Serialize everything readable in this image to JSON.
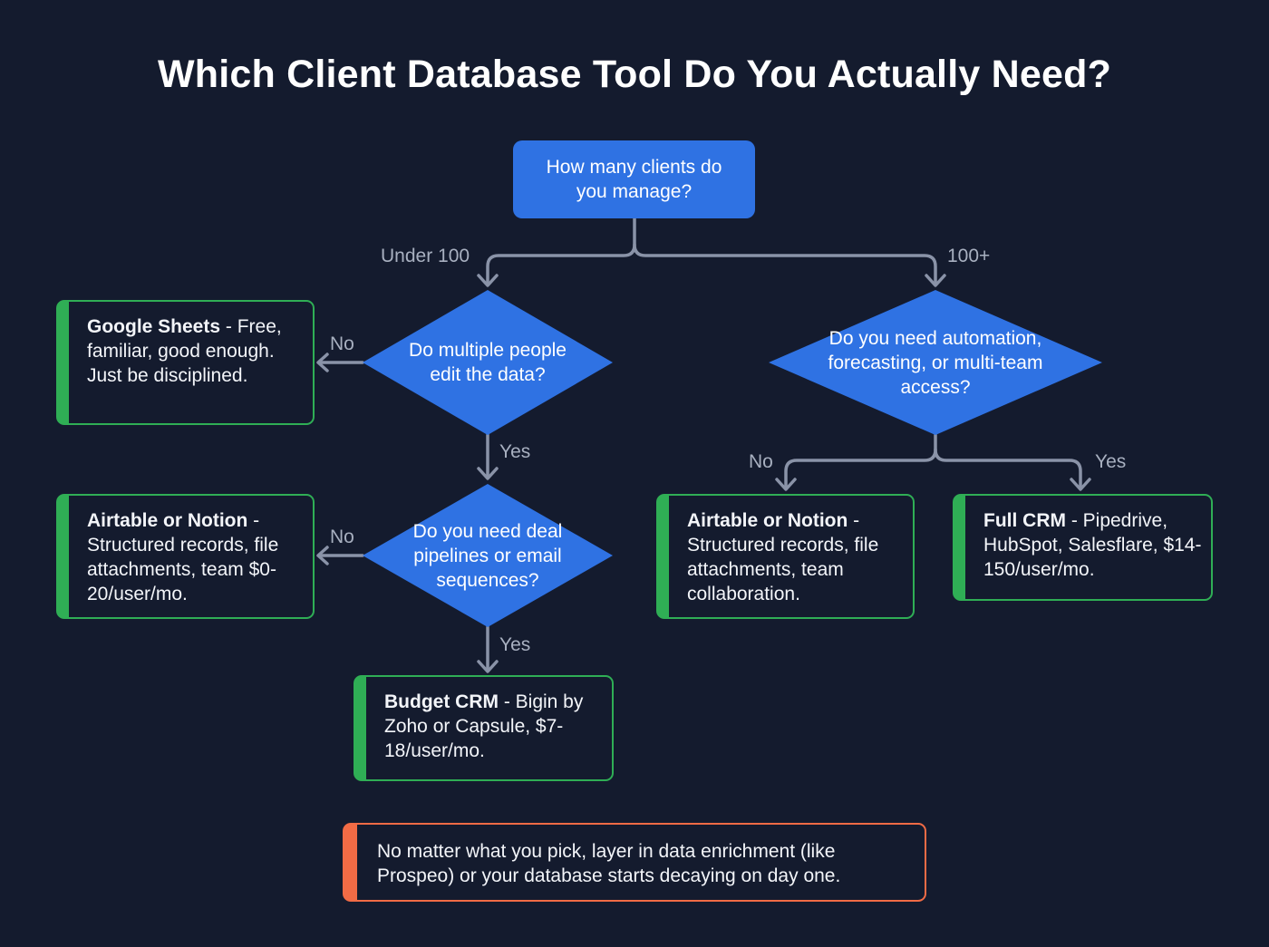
{
  "title": "Which Client Database Tool Do You Actually Need?",
  "start": {
    "text": "How many clients do you manage?"
  },
  "decisions": {
    "multiple_editors": "Do multiple people edit the data?",
    "pipelines": "Do you need deal pipelines or email sequences?",
    "automation": "Do you need automation, forecasting, or multi-team access?"
  },
  "edge_labels": {
    "under_100": "Under 100",
    "over_100": "100+",
    "no_1": "No",
    "yes_1": "Yes",
    "no_2": "No",
    "yes_2": "Yes",
    "no_3": "No",
    "yes_3": "Yes"
  },
  "outcomes": {
    "google_sheets": {
      "name": "Google Sheets",
      "desc": " - Free, familiar, good enough. Just be disciplined."
    },
    "airtable_left": {
      "name": "Airtable or Notion",
      "desc": " - Structured records, file attachments, team $0-20/user/mo."
    },
    "budget_crm": {
      "name": "Budget CRM",
      "desc": " - Bigin by Zoho or Capsule, $7-18/user/mo."
    },
    "airtable_right": {
      "name": "Airtable or Notion",
      "desc": " - Structured records, file attachments, team collaboration."
    },
    "full_crm": {
      "name": "Full CRM",
      "desc": " - Pipedrive, HubSpot, Salesflare, $14-150/user/mo."
    }
  },
  "note": "No matter what you pick, layer in data enrichment (like Prospeo) or your database starts decaying on day one.",
  "colors": {
    "background": "#141b2e",
    "node_blue": "#2f72e3",
    "outcome_green": "#2fae55",
    "note_orange": "#f26b45",
    "connector": "#8a93a8"
  }
}
